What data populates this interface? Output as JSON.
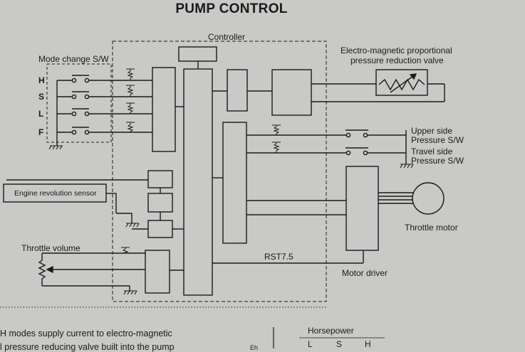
{
  "title": "PUMP CONTROL",
  "controller_label": "Controller",
  "mode_switch": {
    "title": "Mode change S/W",
    "modes": [
      "H",
      "S",
      "L",
      "F"
    ]
  },
  "valve": {
    "line1": "Electro-magnetic proportional",
    "line2": "pressure reduction valve"
  },
  "upper_switch": {
    "line1": "Upper side",
    "line2": "Pressure S/W"
  },
  "travel_switch": {
    "line1": "Travel side",
    "line2": "Pressure S/W"
  },
  "engine_sensor": "Engine revolution sensor",
  "throttle_motor": "Throttle motor",
  "throttle_volume": "Throttle volume",
  "rst": "RST7.5",
  "motor_driver": "Motor driver",
  "text": {
    "line1": "H modes supply current to electro-magnetic",
    "line2": "l pressure reducing valve built into the pump"
  },
  "horsepower": {
    "title": "Horsepower",
    "left_fragment": "Eh",
    "columns": [
      "L",
      "S",
      "H"
    ]
  }
}
